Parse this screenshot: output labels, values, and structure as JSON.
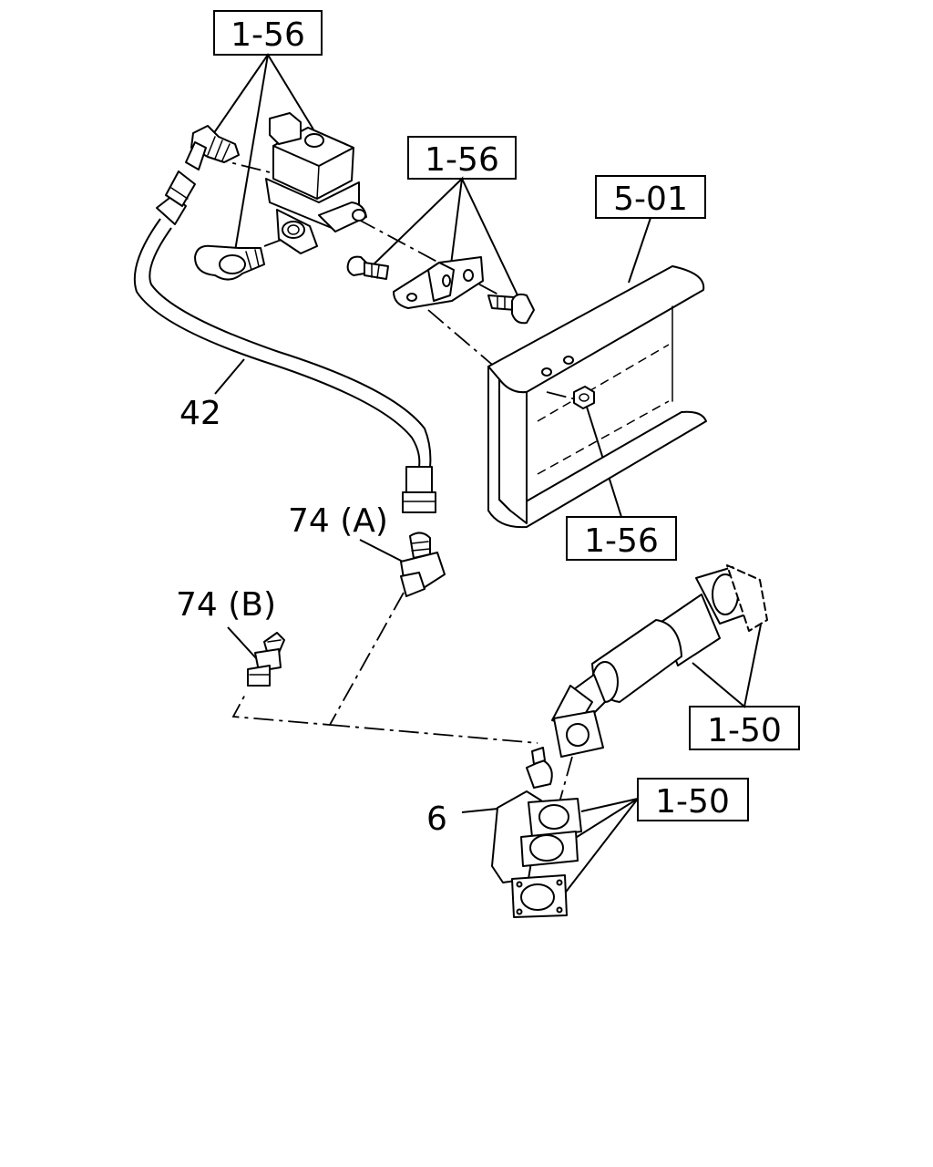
{
  "labels": {
    "ref_1_56_top": "1-56",
    "ref_1_56_bracket": "1-56",
    "ref_5_01": "5-01",
    "ref_1_56_nut": "1-56",
    "ref_1_50_pipe": "1-50",
    "ref_1_50_gaskets": "1-50",
    "part_42": "42",
    "part_74a": "74 (A)",
    "part_74b": "74 (B)",
    "part_6": "6"
  }
}
